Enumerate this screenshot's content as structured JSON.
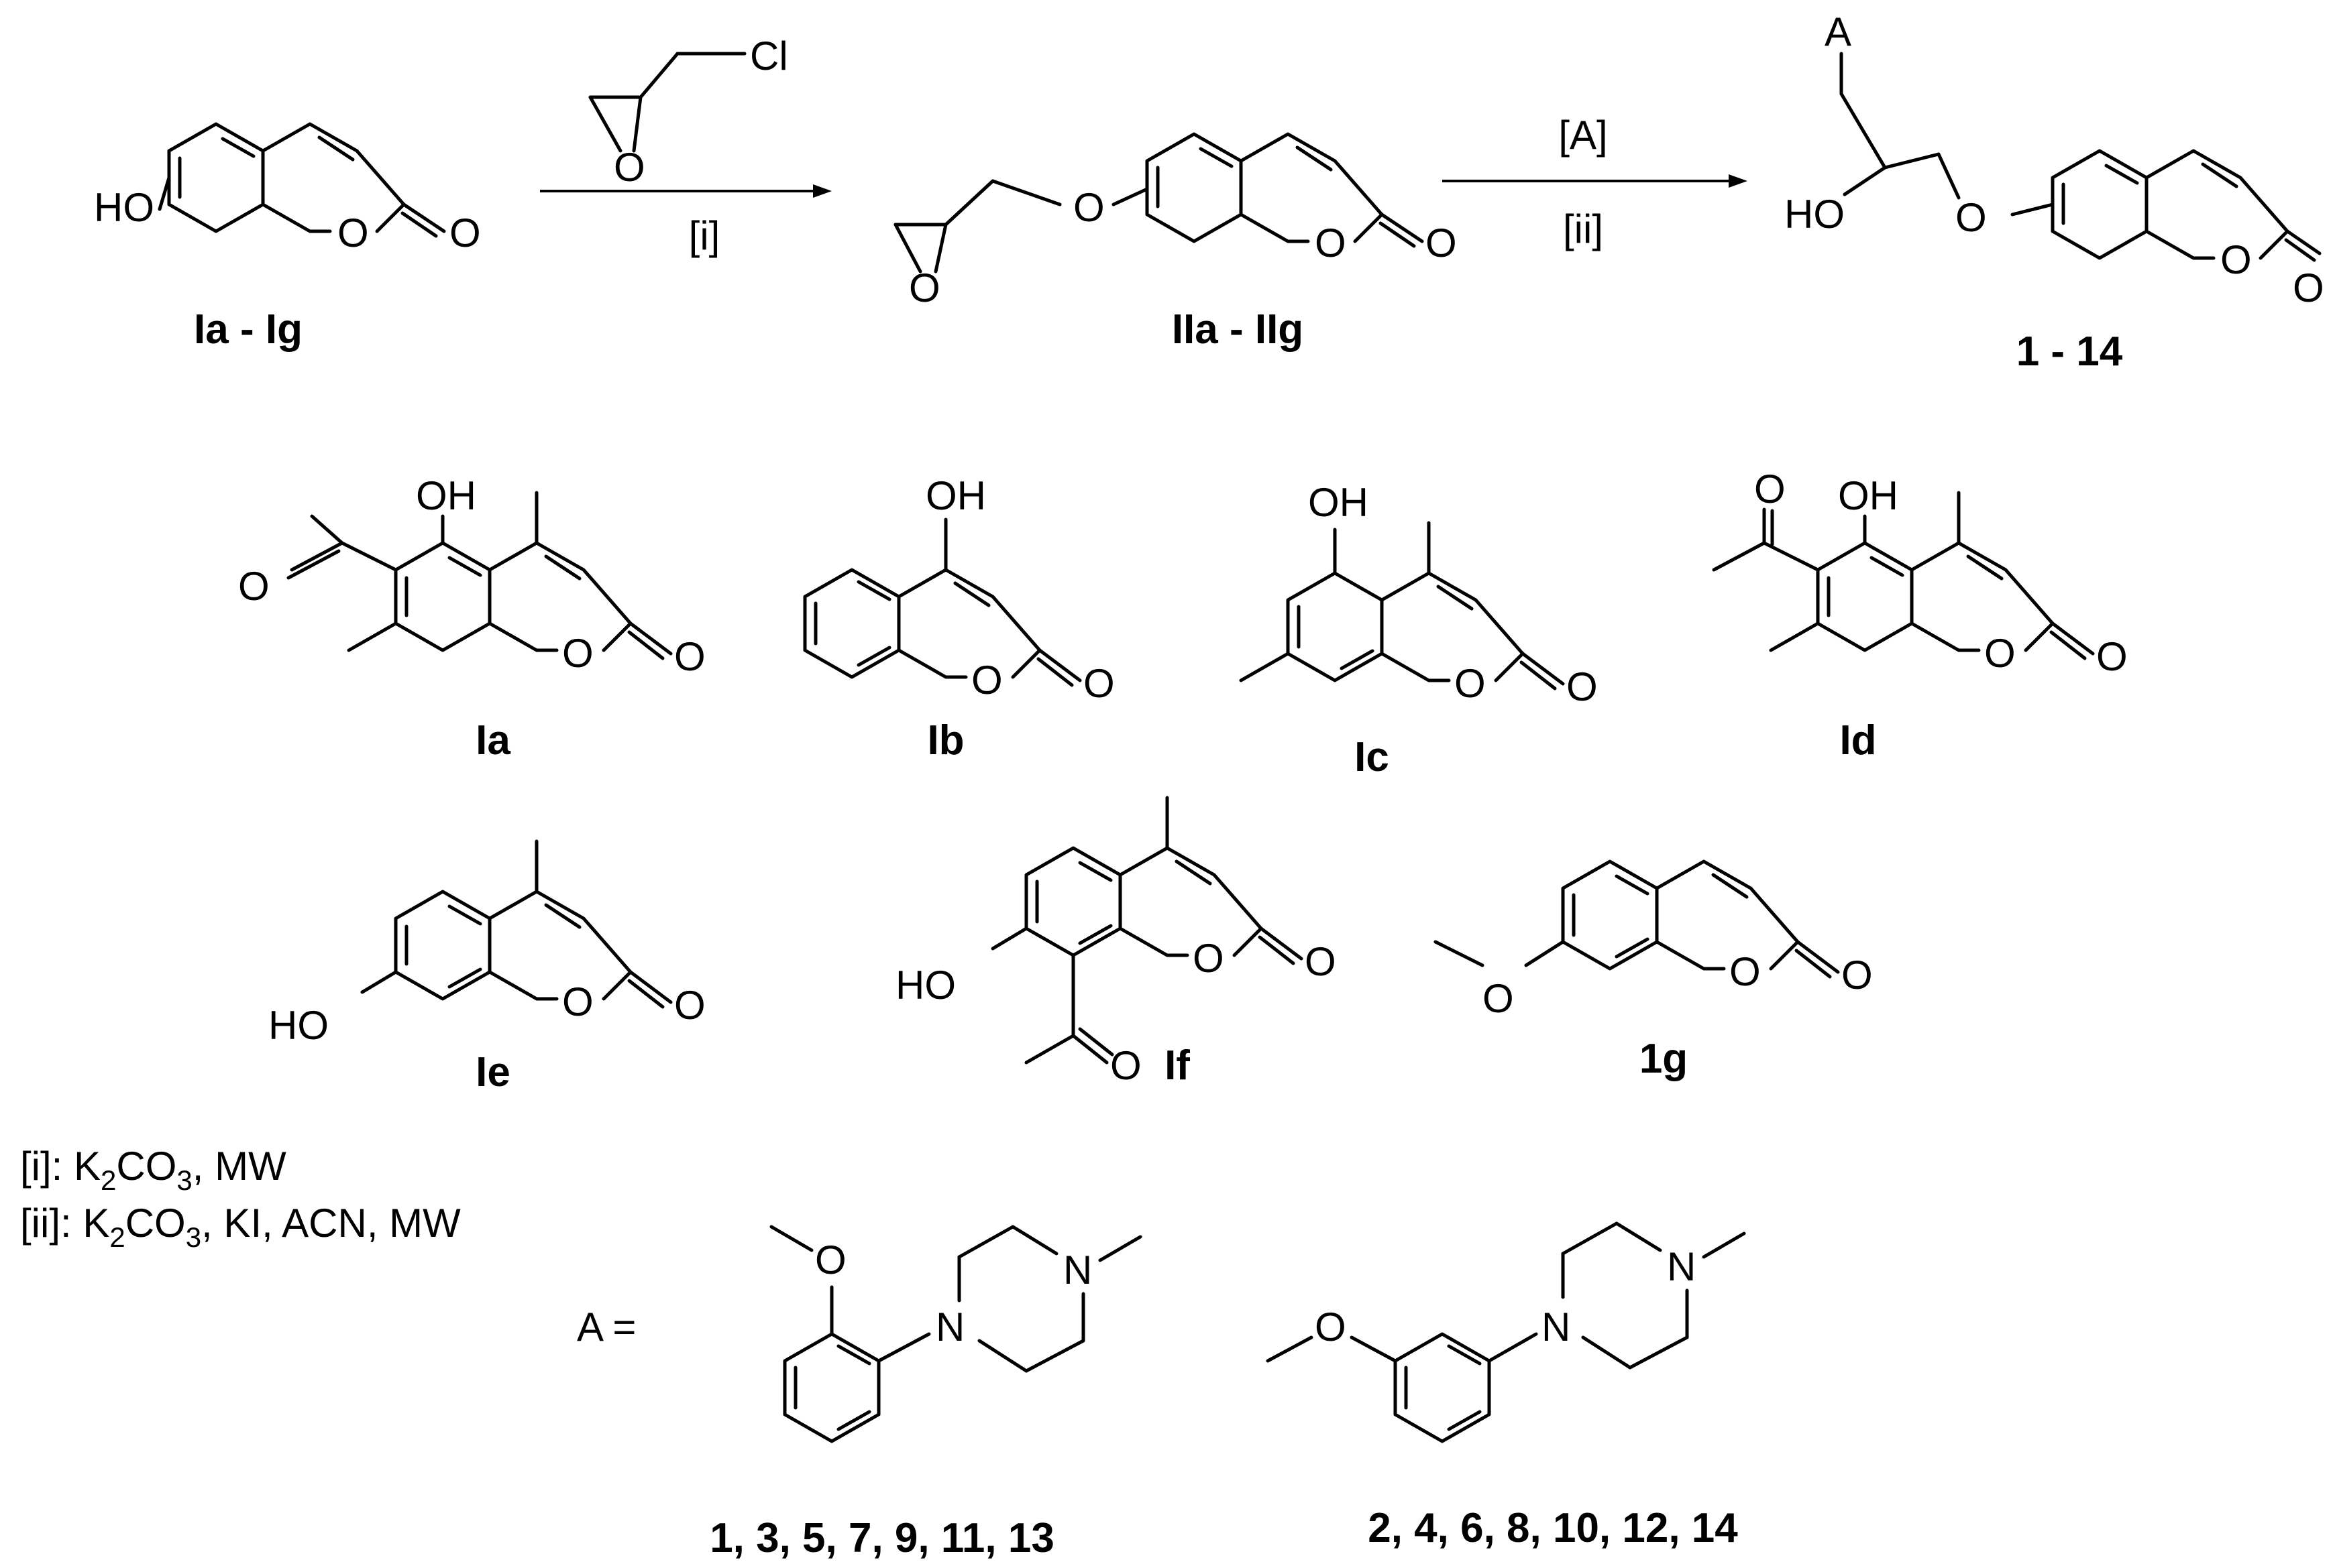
{
  "scheme": {
    "atoms": {
      "hydroxyl": "HO",
      "hydroxyl_up": "OH",
      "oxygen": "O",
      "chlorine": "Cl",
      "nitrogen": "N",
      "substituent": "A"
    },
    "reagents": {
      "step1_label": "[i]",
      "step2_reagent": "[A]",
      "step2_label": "[ii]"
    },
    "compound_labels": {
      "start": "Ia - Ig",
      "epoxide": "IIa - IIg",
      "product": "1 - 14",
      "Ia": "Ia",
      "Ib": "Ib",
      "Ic": "Ic",
      "Id": "Id",
      "Ie": "Ie",
      "If": "If",
      "Ig": "1g"
    },
    "conditions": {
      "i_prefix": "[i]: K",
      "i_sub1": "2",
      "i_mid": "CO",
      "i_sub2": "3",
      "i_suffix": ", MW",
      "ii_prefix": "[ii]: K",
      "ii_sub1": "2",
      "ii_mid": "CO",
      "ii_sub2": "3",
      "ii_suffix": ", KI, ACN, MW"
    },
    "a_definition": {
      "equals": "A =",
      "series_ortho": "1, 3, 5, 7, 9, 11, 13",
      "series_meta": "2, 4, 6, 8, 10, 12, 14"
    }
  }
}
